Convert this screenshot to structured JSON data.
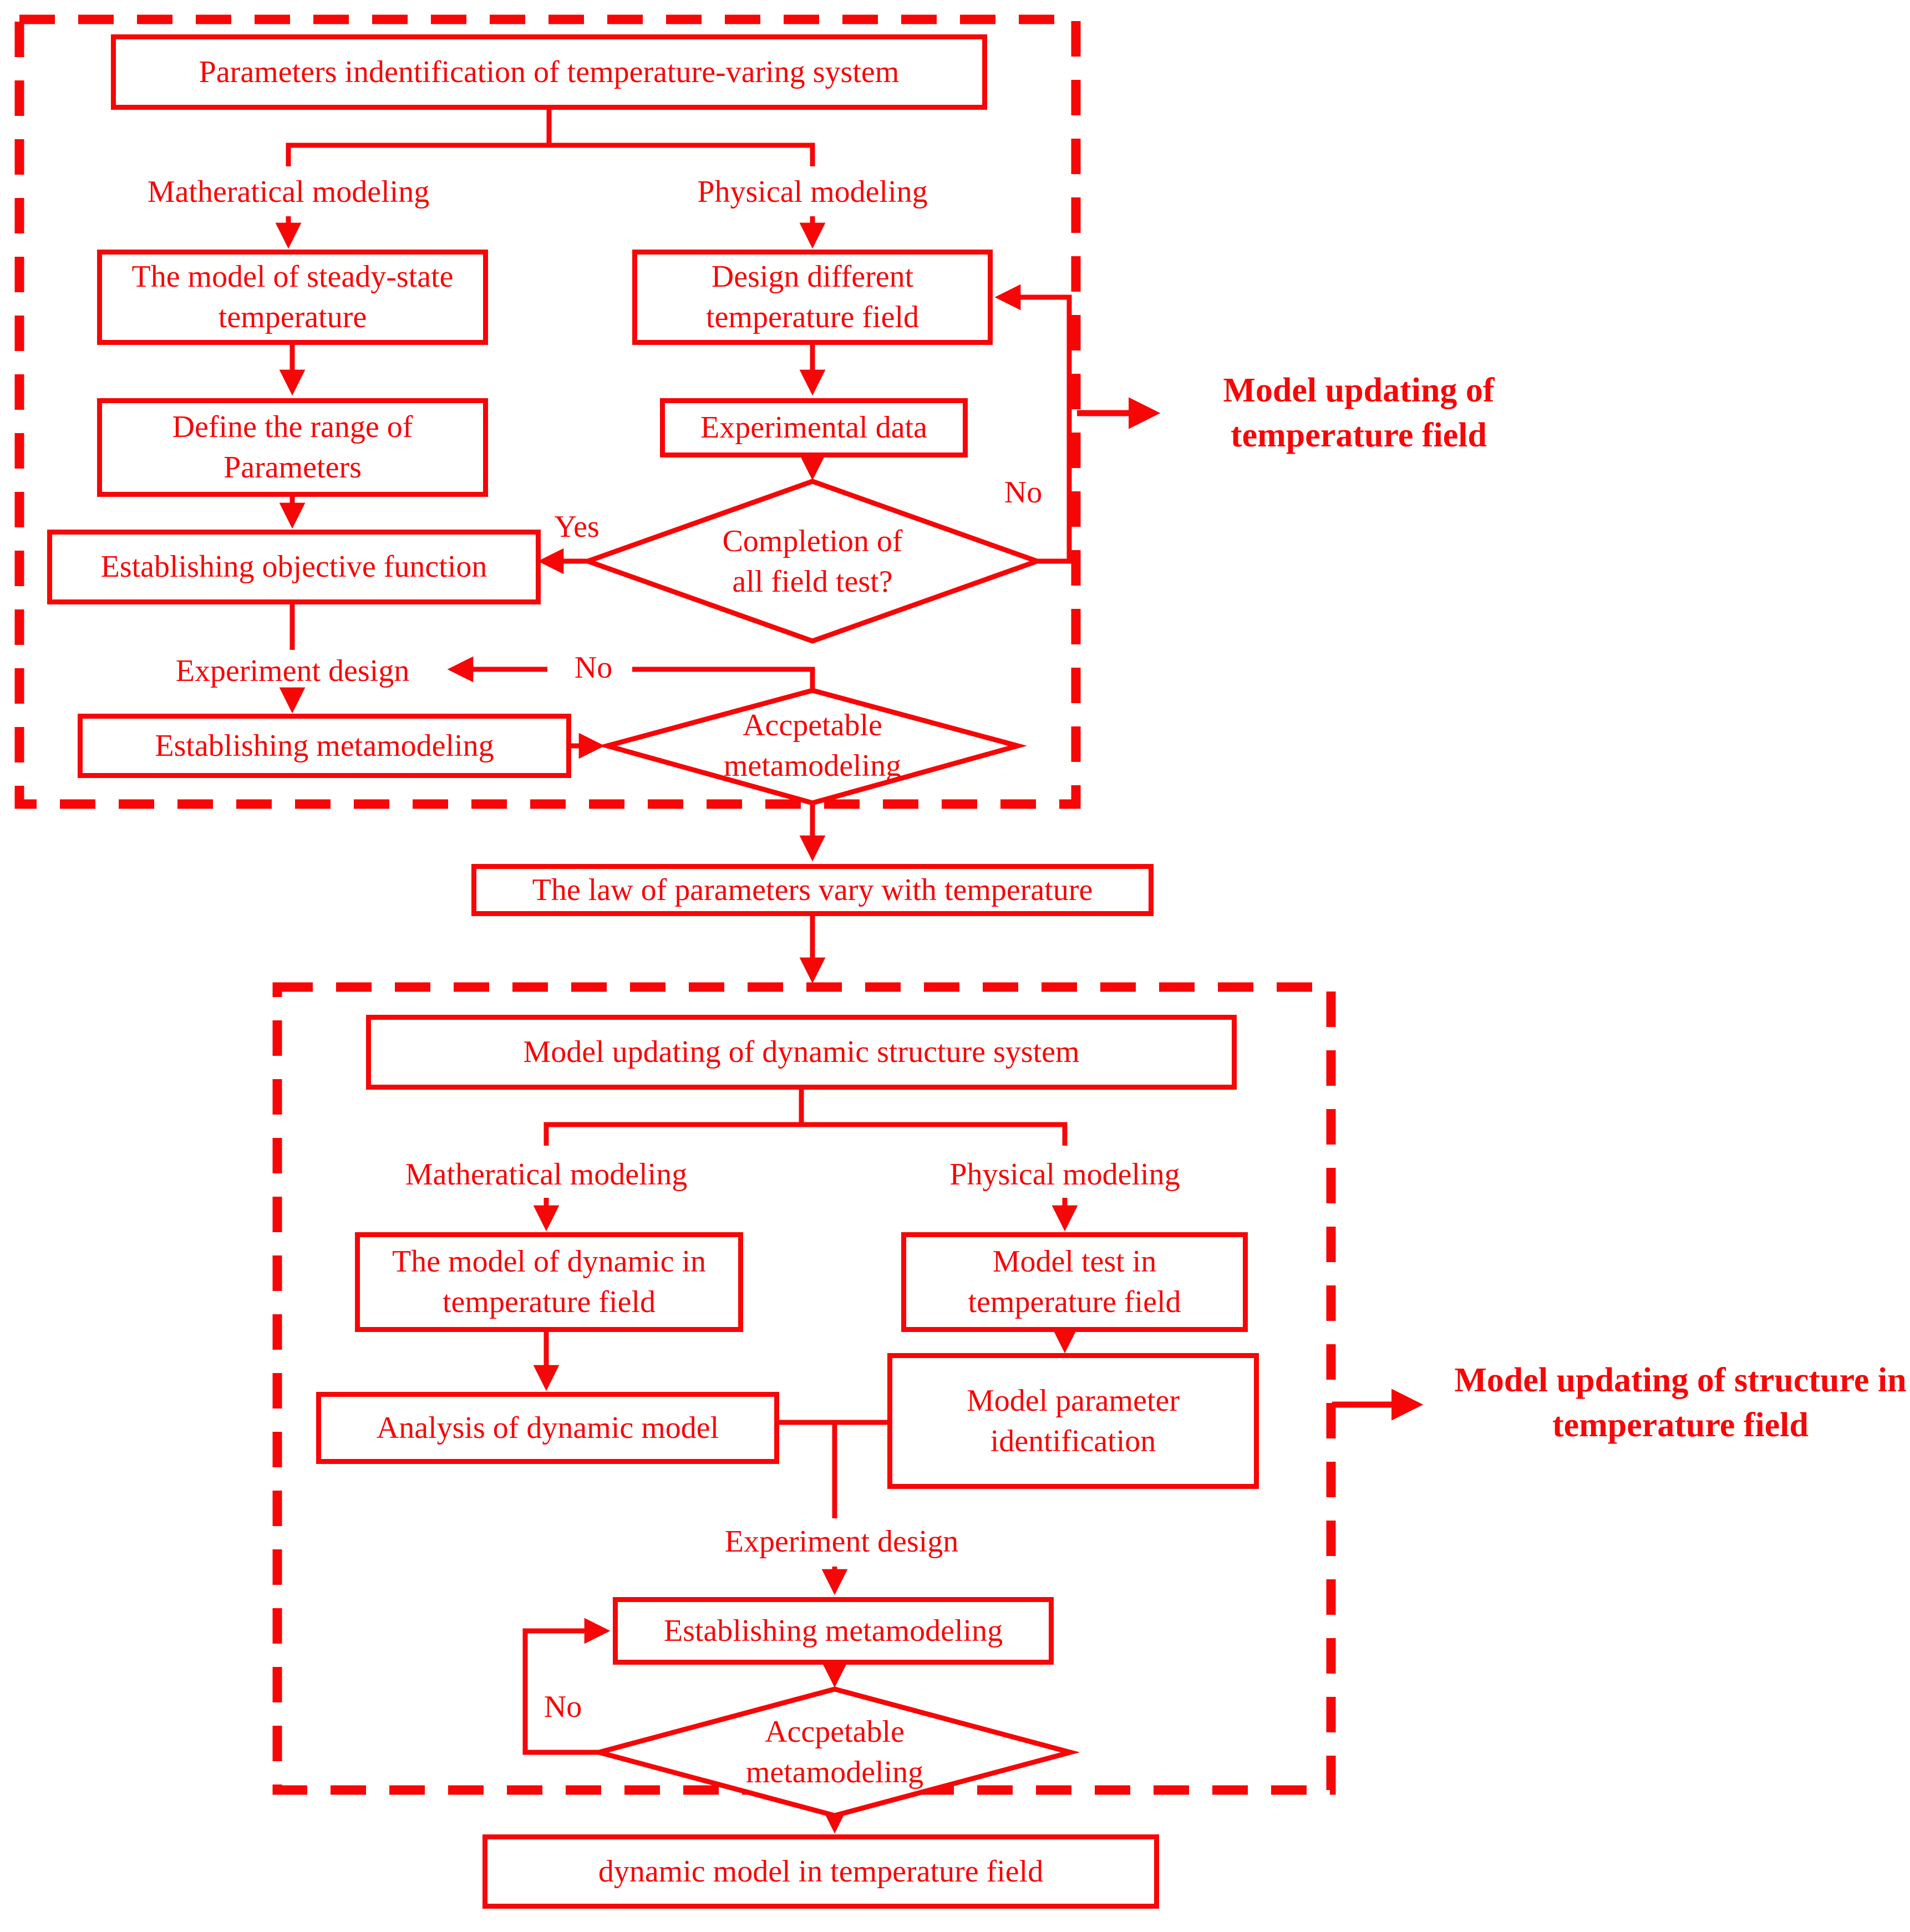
{
  "colors": {
    "accent": "#f60606",
    "background": "#ffffff"
  },
  "section1": {
    "title": "Parameters indentification of temperature-varing system",
    "math_label": "Matheratical modeling",
    "phys_label": "Physical modeling",
    "steady_box": "The model of steady-state temperature",
    "range_box": "Define the range of Parameters",
    "objective_box": "Establishing objective function",
    "experiment_label": "Experiment design",
    "metamodel_box": "Establishing metamodeling",
    "design_box": "Design different temperature field",
    "expdata_box": "Experimental data",
    "decision_field_test": "Completion of all field test?",
    "decision_metamodel": "Accpetable metamodeling",
    "yes_label": "Yes",
    "no_label_loop": "No",
    "no_label_mid": "No",
    "side_label": "Model updating of temperature field"
  },
  "bridge": {
    "law_box": "The law of parameters vary with temperature"
  },
  "section2": {
    "title": "Model updating of dynamic structure system",
    "math_label": "Matheratical modeling",
    "phys_label": "Physical modeling",
    "dynamic_box": "The model of dynamic in temperature field",
    "analysis_box": "Analysis of dynamic model",
    "test_box": "Model test in temperature field",
    "param_box": "Model parameter identification",
    "experiment_label": "Experiment design",
    "metamodel_box": "Establishing metamodeling",
    "decision_metamodel": "Accpetable metamodeling",
    "no_label_loop": "No",
    "final_box": "dynamic model in temperature field",
    "side_label": "Model updating of structure in temperature field"
  }
}
